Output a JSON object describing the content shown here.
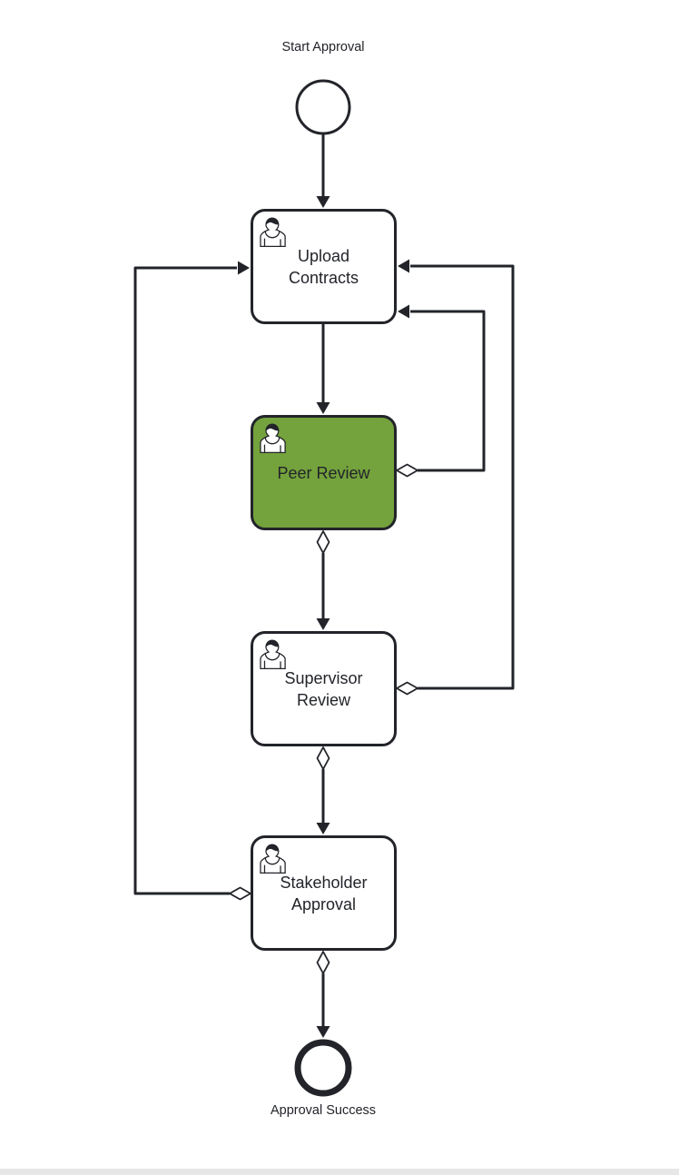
{
  "diagram": {
    "type": "bpmn-approval-workflow",
    "start_event": {
      "label": "Start Approval"
    },
    "end_event": {
      "label": "Approval Success"
    },
    "tasks": [
      {
        "name": "upload-contracts",
        "icon": "user-icon",
        "highlighted": false,
        "lines": [
          "Upload",
          "Contracts"
        ]
      },
      {
        "name": "peer-review",
        "icon": "user-icon",
        "highlighted": true,
        "lines": [
          "Peer Review"
        ]
      },
      {
        "name": "supervisor-review",
        "icon": "user-icon",
        "highlighted": false,
        "lines": [
          "Supervisor",
          "Review"
        ]
      },
      {
        "name": "stakeholder-approval",
        "icon": "user-icon",
        "highlighted": false,
        "lines": [
          "Stakeholder",
          "Approval"
        ]
      }
    ],
    "flows": [
      {
        "name": "flow-start-to-upload-contracts",
        "conditional": false
      },
      {
        "name": "flow-upload-contracts-to-peer-review",
        "conditional": false
      },
      {
        "name": "flow-peer-review-to-supervisor-review",
        "conditional": true
      },
      {
        "name": "flow-supervisor-review-to-stakeholder-approval",
        "conditional": true
      },
      {
        "name": "flow-stakeholder-approval-to-end",
        "conditional": true
      },
      {
        "name": "flow-peer-review-back-to-upload-contracts",
        "conditional": true
      },
      {
        "name": "flow-supervisor-review-back-to-upload-contracts",
        "conditional": true
      },
      {
        "name": "flow-stakeholder-approval-back-to-upload-contracts",
        "conditional": true
      }
    ],
    "colors": {
      "stroke": "#22242a",
      "text": "#22242a",
      "task_fill": "#ffffff",
      "highlight_fill": "#74a23c",
      "footer_bar": "#e7e7e7"
    }
  }
}
